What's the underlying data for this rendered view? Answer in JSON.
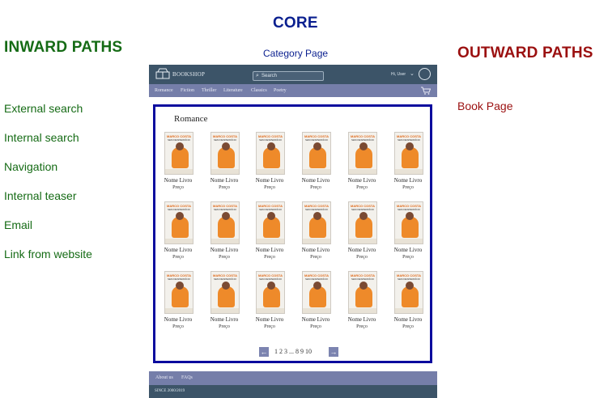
{
  "inward": {
    "title": "INWARD PATHS",
    "items": [
      "External search",
      "Internal search",
      "Navigation",
      "Internal teaser",
      "Email",
      "Link from website"
    ]
  },
  "core": {
    "title": "CORE",
    "subtitle": "Category Page"
  },
  "outward": {
    "title": "OUTWARD PATHS",
    "items": [
      "Book Page"
    ]
  },
  "mockup": {
    "logo_text": "BOOKSHOP",
    "search_placeholder": "Search",
    "user_greeting": "Hi, User",
    "nav": [
      "Romance",
      "Fiction",
      "Thriller",
      "Literature",
      "Classics",
      "Poetry"
    ],
    "category_title": "Romance",
    "book": {
      "cover_author": "MARCO COSTA",
      "cover_subtitle": "SEM DESPERDÍCIO",
      "name": "Nome Livro",
      "price": "Preço"
    },
    "pagination": {
      "pages": "1 2 3 ... 8 9 10",
      "prev": "←",
      "next": "→"
    },
    "footer_links": [
      "About us",
      "FAQs"
    ],
    "copyright": "SINCE 2000/2019"
  },
  "colors": {
    "inward": "#156b15",
    "core": "#0a1f8f",
    "outward": "#9b1010",
    "topbar": "#3c5468",
    "navbar": "#757ea9"
  }
}
